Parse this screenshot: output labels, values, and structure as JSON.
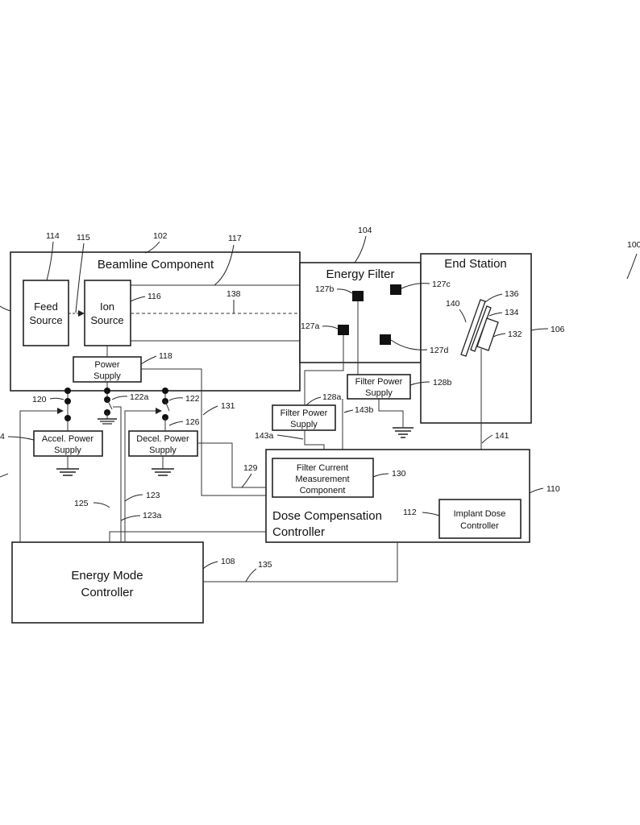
{
  "labels": {
    "beamline": "Beamline Component",
    "feed_source": [
      "Feed",
      "Source"
    ],
    "ion_source": [
      "Ion",
      "Source"
    ],
    "power_supply": [
      "Power",
      "Supply"
    ],
    "energy_filter": "Energy Filter",
    "end_station": "End Station",
    "filter_power_supply_b": [
      "Filter Power",
      "Supply"
    ],
    "filter_power_supply_a": [
      "Filter Power",
      "Supply"
    ],
    "accel_power_supply": [
      "Accel. Power",
      "Supply"
    ],
    "decel_power_supply": [
      "Decel. Power",
      "Supply"
    ],
    "filter_current": [
      "Filter Current",
      "Measurement",
      "Component"
    ],
    "dose_comp": [
      "Dose Compensation",
      "Controller"
    ],
    "implant_dose": [
      "Implant Dose",
      "Controller"
    ],
    "energy_mode": [
      "Energy Mode",
      "Controller"
    ]
  },
  "refs": {
    "r100": "100",
    "r102": "102",
    "r104": "104",
    "r106": "106",
    "r108": "108",
    "r110": "110",
    "r112": "112",
    "r114": "114",
    "r115": "115",
    "r116": "116",
    "r117": "117",
    "r118": "118",
    "r120": "120",
    "r122": "122",
    "r122a": "122a",
    "r123": "123",
    "r123a": "123a",
    "r124": "4",
    "r125": "125",
    "r126": "126",
    "r127a": "127a",
    "r127b": "127b",
    "r127c": "127c",
    "r127d": "127d",
    "r128a": "128a",
    "r128b": "128b",
    "r129": "129",
    "r130": "130",
    "r131": "131",
    "r132": "132",
    "r134": "134",
    "r135": "135",
    "r136": "136",
    "r138": "138",
    "r140": "140",
    "r141": "141",
    "r143a": "143a",
    "r143b": "143b"
  }
}
